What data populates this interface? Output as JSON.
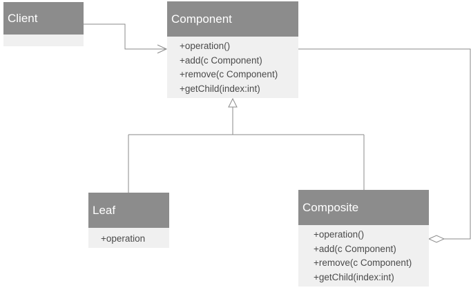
{
  "classes": {
    "client": {
      "name": "Client",
      "members": []
    },
    "component": {
      "name": "Component",
      "members": [
        "+operation()",
        "+add(c Component)",
        "+remove(c Component)",
        "+getChild(index:int)"
      ]
    },
    "leaf": {
      "name": "Leaf",
      "members": [
        "+operation"
      ]
    },
    "composite": {
      "name": "Composite",
      "members": [
        "+operation()",
        "+add(c Component)",
        "+remove(c Component)",
        "+getChild(index:int)"
      ]
    }
  },
  "relationships": [
    {
      "from": "client",
      "to": "component",
      "type": "association"
    },
    {
      "from": "leaf",
      "to": "component",
      "type": "generalization"
    },
    {
      "from": "composite",
      "to": "component",
      "type": "generalization"
    },
    {
      "from": "composite",
      "to": "component",
      "type": "aggregation"
    }
  ],
  "colors": {
    "header": "#8c8c8c",
    "body": "#f0f0f0",
    "line": "#8a8a8a",
    "member_text": "#4a4a4a"
  }
}
